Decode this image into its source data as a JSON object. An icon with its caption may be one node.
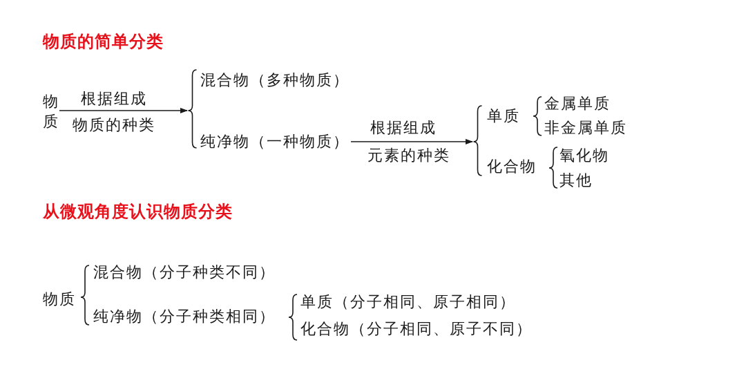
{
  "diagram": {
    "nodes": [
      {
        "text": [
          "物质"
        ]
      },
      {
        "text": [],
        "shape": "brace"
      },
      {
        "text": [
          "混合物（多种物质）"
        ]
      },
      {
        "text": [
          "纯净物（一种物质）"
        ]
      },
      {
        "text": [],
        "shape": "brace"
      },
      {
        "text": [
          "单质"
        ]
      },
      {
        "text": [
          "金属单质"
        ]
      },
      {
        "text": [
          "非金属单质"
        ]
      },
      {
        "text": [
          "化合物"
        ]
      },
      {
        "text": [
          "氧化物"
        ]
      },
      {
        "text": [
          "其他"
        ]
      },
      {
        "text": [
          "物质"
        ]
      },
      {
        "text": [
          "混合物（分子种类不同）"
        ]
      },
      {
        "text": [
          "纯净物（分子种类相同）"
        ]
      },
      {
        "text": [
          "单质（分子相同、原子相同）"
        ]
      },
      {
        "text": [
          "化合物（分子相同、原子不同）"
        ]
      }
    ],
    "edges": [
      {
        "from": 0,
        "to": 1,
        "arrow": "to"
      },
      {
        "from": 3,
        "to": 4,
        "arrow": "to"
      }
    ],
    "labels": [
      "物质的简单分类",
      "根据组成",
      "物质的种类",
      "根据组成",
      "元素的种类",
      "从微观角度认识物质分类"
    ]
  }
}
